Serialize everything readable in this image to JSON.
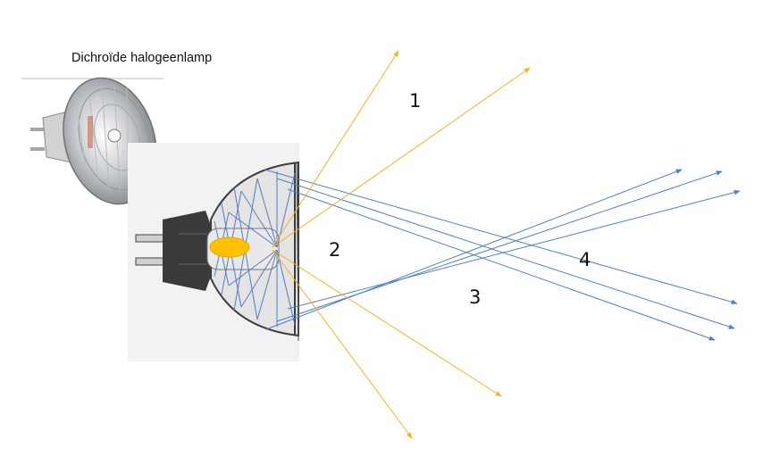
{
  "caption": "Dichroïde halogeenlamp",
  "regions": [
    {
      "id": "r1",
      "label": "1"
    },
    {
      "id": "r2",
      "label": "2"
    },
    {
      "id": "r3",
      "label": "3"
    },
    {
      "id": "r4",
      "label": "4"
    }
  ],
  "colors": {
    "visible_light_rays": "#f5b31c",
    "reflected_rays": "#4f7ec9",
    "filament": "#ffc000",
    "lamp_body": "#333333"
  },
  "icons": [
    "halogen-lamp-photo-icon",
    "lamp-cross-section-icon",
    "filament-icon"
  ]
}
